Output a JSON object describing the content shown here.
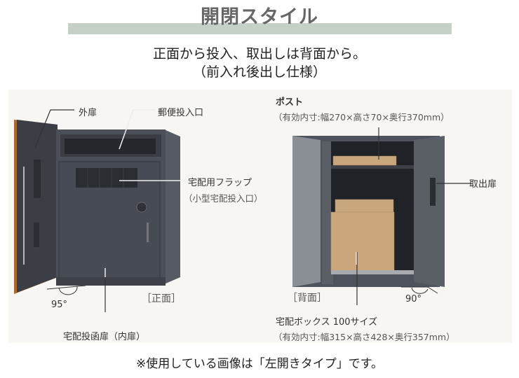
{
  "header": {
    "title": "開閉スタイル",
    "subtitle_line1": "正面から投入、取出しは背面から。",
    "subtitle_line2": "（前入れ後出し仕様）",
    "band_color": "#c5d1c6"
  },
  "front_view": {
    "view_label": "［正面］",
    "angle": "95°",
    "labels": {
      "outer_door": "外扉",
      "mail_slot": "郵便投入口",
      "delivery_flap": "宅配用フラップ",
      "delivery_flap_sub": "（小型宅配投入口）",
      "inner_door": "宅配投函扉（内扉）"
    }
  },
  "back_view": {
    "view_label": "［背面］",
    "angle": "90°",
    "labels": {
      "post": "ポスト",
      "post_dims": "（有効内寸:幅270×高さ70×奥行370mm）",
      "retrieval_door": "取出扉",
      "delivery_box": "宅配ボックス 100サイズ",
      "delivery_box_dims": "（有効内寸:幅315×高さ428×奥行357mm）"
    }
  },
  "footer": {
    "note": "※使用している画像は「左開きタイプ」です。"
  },
  "colors": {
    "cabinet": "#4a4f57",
    "cabinet_dark": "#2f3338",
    "wood_edge": "#b5651d",
    "cardboard": "#c9a77c"
  }
}
